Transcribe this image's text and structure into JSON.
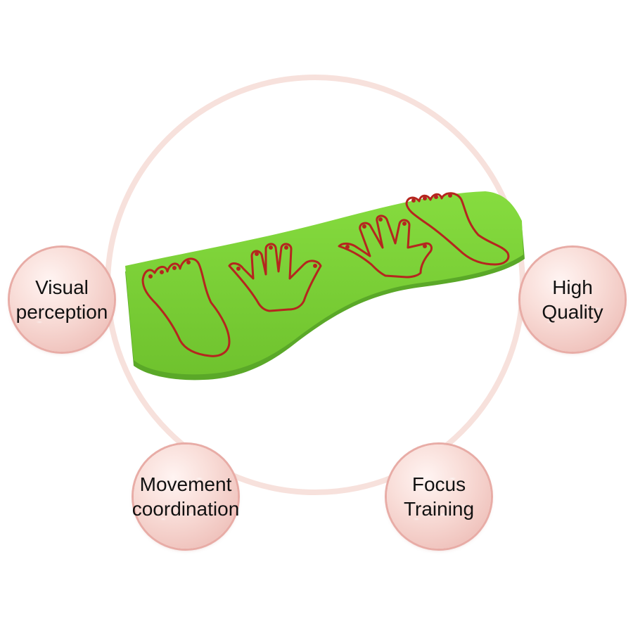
{
  "badges": {
    "visual": {
      "line1": "Visual",
      "line2": "perception"
    },
    "quality": {
      "line1": "High",
      "line2": "Quality"
    },
    "movement": {
      "line1": "Movement",
      "line2": "coordination"
    },
    "focus": {
      "line1": "Focus",
      "line2": "Training"
    }
  },
  "colors": {
    "board_green": "#7ed33a",
    "outline_red": "#b5261e",
    "ring": "#f7e1dc",
    "badge_pink": "#f3cbc5"
  },
  "board_prints": [
    "foot",
    "hand",
    "hand",
    "foot"
  ]
}
